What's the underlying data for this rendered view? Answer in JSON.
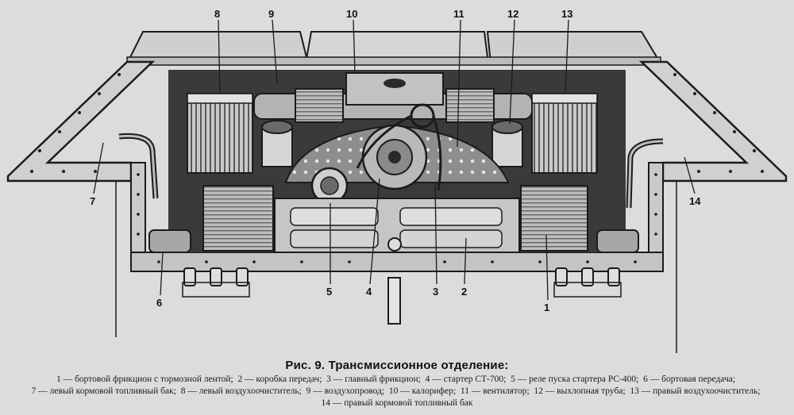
{
  "figure": {
    "caption_title": "Рис. 9. Трансмиссионное отделение:",
    "labels": [
      "1",
      "2",
      "3",
      "4",
      "5",
      "6",
      "7",
      "8",
      "9",
      "10",
      "11",
      "12",
      "13",
      "14"
    ],
    "legend": [
      "1 — бортовой фрикцион с тормозной лентой",
      "2 — коробка передач",
      "3 — главный фрикцион",
      "4 — стартер СТ-700",
      "5 — реле пуска стартера РС-400",
      "6 — бортовая передача",
      "7 — левый кормовой топливный бак",
      "8 — левый воздухоочиститель",
      "9 — воздухопровод",
      "10 — калорифер",
      "11 — вентилятор",
      "12 — выхлопная труба",
      "13 — правый воздухоочиститель",
      "14 — правый кормовой топливный бак"
    ]
  },
  "colors": {
    "paper": "#dcdcda",
    "ink": "#1b1b1b",
    "metal": "#9c9c9a",
    "dark_metal": "#4a4a48",
    "light_metal": "#c7c7c5"
  }
}
